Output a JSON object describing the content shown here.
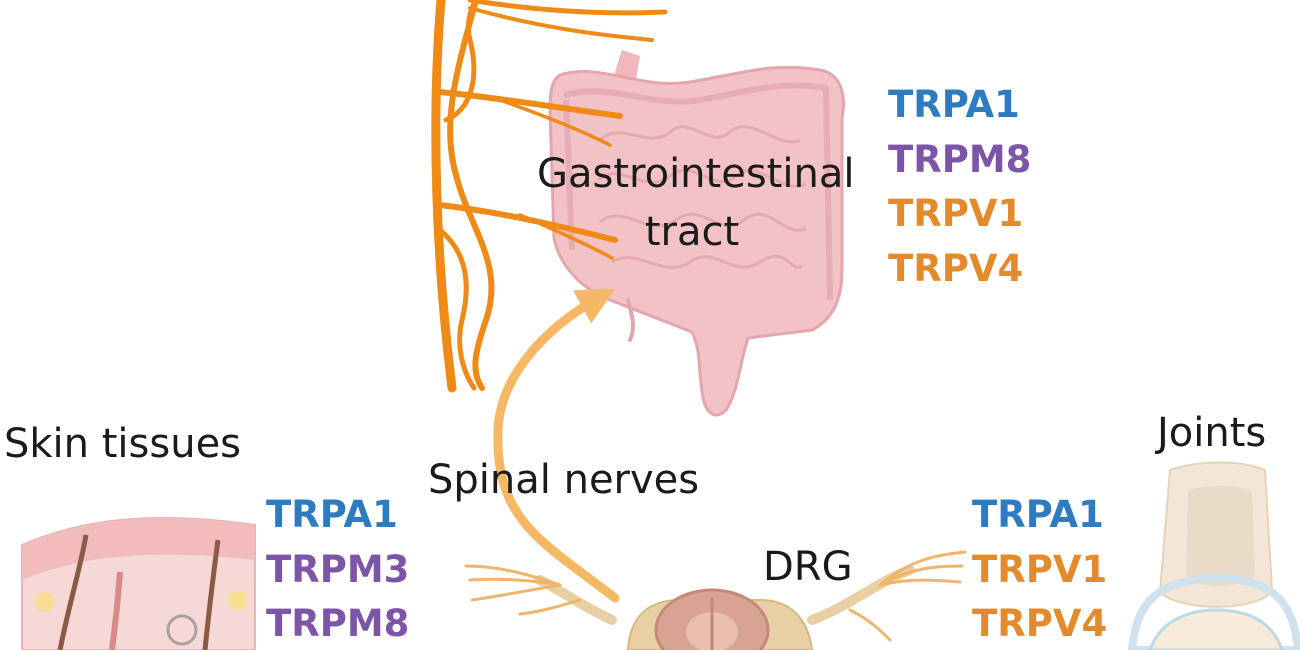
{
  "colors": {
    "trpa": "#2e7bc0",
    "trpm": "#7c55a8",
    "trpv": "#e38a2c",
    "nerve": "#f08a17",
    "arrow": "#f7b865",
    "gut": "#f2c2c6",
    "gut_dark": "#e2a6ac",
    "skin": "#f6cdcb",
    "joint": "#f4e6d6",
    "spine": "#e9cfa4",
    "text": "#1a1a1a"
  },
  "labels": {
    "gi_line1": "Gastrointestinal",
    "gi_line2": "tract",
    "skin": "Skin tissues",
    "spinal": "Spinal nerves",
    "drg": "DRG",
    "joints": "Joints"
  },
  "channels": {
    "gi": [
      {
        "name": "TRPA1",
        "family": "trpa"
      },
      {
        "name": "TRPM8",
        "family": "trpm"
      },
      {
        "name": "TRPV1",
        "family": "trpv"
      },
      {
        "name": "TRPV4",
        "family": "trpv"
      }
    ],
    "skin": [
      {
        "name": "TRPA1",
        "family": "trpa"
      },
      {
        "name": "TRPM3",
        "family": "trpm"
      },
      {
        "name": "TRPM8",
        "family": "trpm"
      }
    ],
    "joints": [
      {
        "name": "TRPA1",
        "family": "trpa"
      },
      {
        "name": "TRPV1",
        "family": "trpv"
      },
      {
        "name": "TRPV4",
        "family": "trpv"
      }
    ]
  }
}
